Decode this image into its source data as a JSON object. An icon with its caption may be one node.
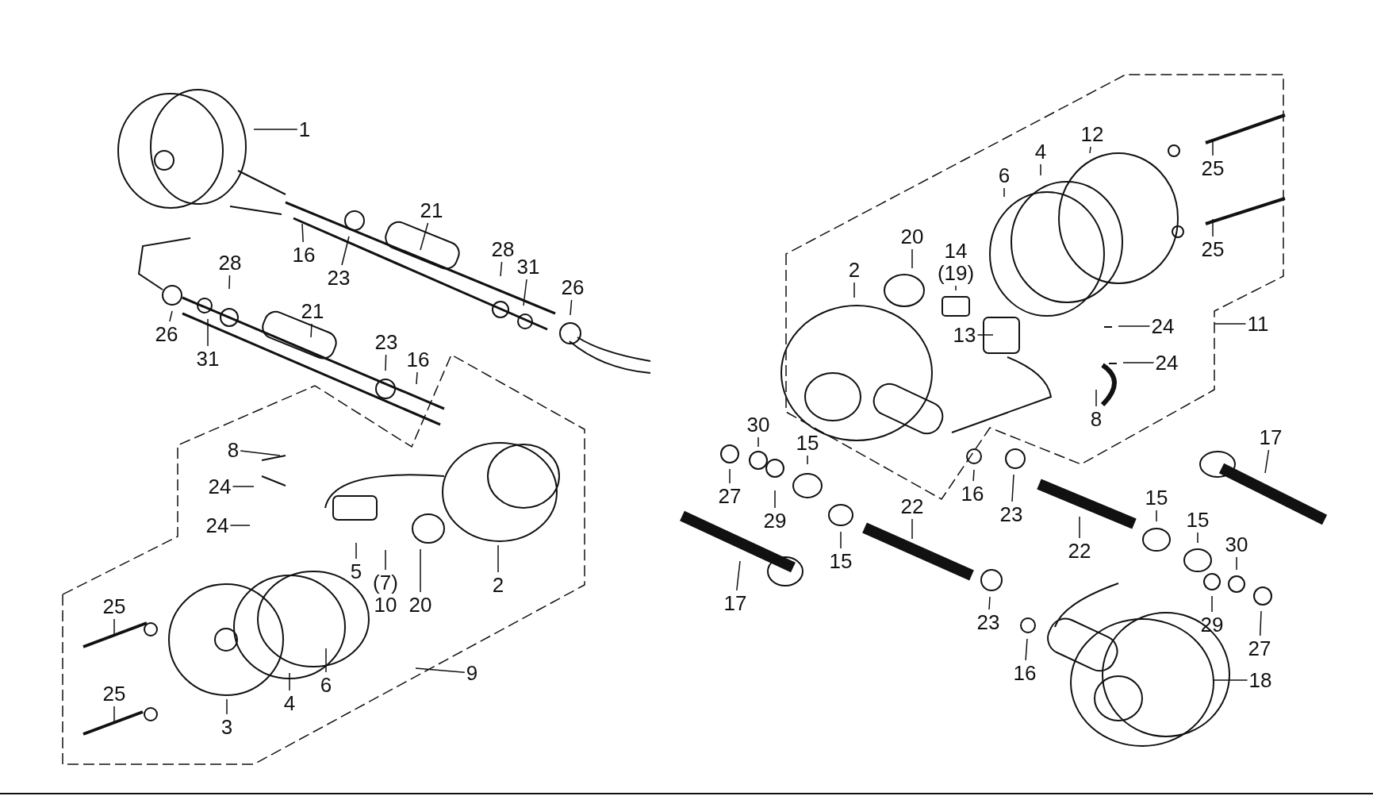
{
  "diagram": {
    "nodes": [
      {
        "text": [
          "1"
        ]
      },
      {
        "text": [
          "21"
        ]
      },
      {
        "text": [
          "16"
        ]
      },
      {
        "text": [
          "23"
        ]
      },
      {
        "text": [
          "28"
        ]
      },
      {
        "text": [
          "31"
        ]
      },
      {
        "text": [
          "26"
        ]
      },
      {
        "text": [
          "28"
        ]
      },
      {
        "text": [
          "26"
        ]
      },
      {
        "text": [
          "31"
        ]
      },
      {
        "text": [
          "21"
        ]
      },
      {
        "text": [
          "23"
        ]
      },
      {
        "text": [
          "16"
        ]
      },
      {
        "text": [
          "8"
        ]
      },
      {
        "text": [
          "24"
        ]
      },
      {
        "text": [
          "24"
        ]
      },
      {
        "text": [
          "5"
        ]
      },
      {
        "text": [
          "(7)",
          "10"
        ]
      },
      {
        "text": [
          "20"
        ]
      },
      {
        "text": [
          "2"
        ]
      },
      {
        "text": [
          "25"
        ]
      },
      {
        "text": [
          "25"
        ]
      },
      {
        "text": [
          "3"
        ]
      },
      {
        "text": [
          "4"
        ]
      },
      {
        "text": [
          "6"
        ]
      },
      {
        "text": [
          "9"
        ]
      },
      {
        "text": [
          "12"
        ]
      },
      {
        "text": [
          "4"
        ]
      },
      {
        "text": [
          "6"
        ]
      },
      {
        "text": [
          "25"
        ]
      },
      {
        "text": [
          "25"
        ]
      },
      {
        "text": [
          "20"
        ]
      },
      {
        "text": [
          "14",
          "(19)"
        ]
      },
      {
        "text": [
          "2"
        ]
      },
      {
        "text": [
          "13"
        ]
      },
      {
        "text": [
          "24"
        ]
      },
      {
        "text": [
          "24"
        ]
      },
      {
        "text": [
          "11"
        ]
      },
      {
        "text": [
          "8"
        ]
      },
      {
        "text": [
          "30"
        ]
      },
      {
        "text": [
          "15"
        ]
      },
      {
        "text": [
          "27"
        ]
      },
      {
        "text": [
          "29"
        ]
      },
      {
        "text": [
          "16"
        ]
      },
      {
        "text": [
          "23"
        ]
      },
      {
        "text": [
          "17"
        ]
      },
      {
        "text": [
          "15"
        ]
      },
      {
        "text": [
          "22"
        ]
      },
      {
        "text": [
          "15"
        ]
      },
      {
        "text": [
          "22"
        ]
      },
      {
        "text": [
          "15"
        ]
      },
      {
        "text": [
          "30"
        ]
      },
      {
        "text": [
          "17"
        ]
      },
      {
        "text": [
          "29"
        ]
      },
      {
        "text": [
          "27"
        ]
      },
      {
        "text": [
          "23"
        ]
      },
      {
        "text": [
          "16"
        ]
      },
      {
        "text": [
          "18"
        ]
      }
    ],
    "edges": [
      {
        "from": 0,
        "to": null,
        "arrow": "none"
      },
      {
        "from": 1,
        "to": null,
        "arrow": "none"
      },
      {
        "from": 2,
        "to": null,
        "arrow": "none"
      },
      {
        "from": 3,
        "to": null,
        "arrow": "none"
      },
      {
        "from": 4,
        "to": null,
        "arrow": "none"
      },
      {
        "from": 5,
        "to": null,
        "arrow": "none"
      },
      {
        "from": 6,
        "to": null,
        "arrow": "none"
      },
      {
        "from": 7,
        "to": null,
        "arrow": "none"
      },
      {
        "from": 8,
        "to": null,
        "arrow": "none"
      },
      {
        "from": 9,
        "to": null,
        "arrow": "none"
      },
      {
        "from": 10,
        "to": null,
        "arrow": "none"
      },
      {
        "from": 11,
        "to": null,
        "arrow": "none"
      },
      {
        "from": 12,
        "to": null,
        "arrow": "none"
      },
      {
        "from": 13,
        "to": null,
        "arrow": "none"
      },
      {
        "from": 14,
        "to": null,
        "arrow": "none"
      },
      {
        "from": 15,
        "to": null,
        "arrow": "none"
      },
      {
        "from": 16,
        "to": null,
        "arrow": "none"
      },
      {
        "from": 17,
        "to": null,
        "arrow": "none"
      },
      {
        "from": 18,
        "to": null,
        "arrow": "none"
      },
      {
        "from": 19,
        "to": null,
        "arrow": "none"
      },
      {
        "from": 20,
        "to": null,
        "arrow": "none"
      },
      {
        "from": 21,
        "to": null,
        "arrow": "none"
      },
      {
        "from": 22,
        "to": null,
        "arrow": "none"
      },
      {
        "from": 23,
        "to": null,
        "arrow": "none"
      },
      {
        "from": 24,
        "to": null,
        "arrow": "none"
      },
      {
        "from": 25,
        "to": null,
        "arrow": "none"
      },
      {
        "from": 26,
        "to": null,
        "arrow": "none"
      },
      {
        "from": 27,
        "to": null,
        "arrow": "none"
      },
      {
        "from": 28,
        "to": null,
        "arrow": "none"
      },
      {
        "from": 29,
        "to": null,
        "arrow": "none"
      },
      {
        "from": 30,
        "to": null,
        "arrow": "none"
      },
      {
        "from": 31,
        "to": null,
        "arrow": "none"
      },
      {
        "from": 32,
        "to": null,
        "arrow": "none"
      },
      {
        "from": 33,
        "to": null,
        "arrow": "none"
      },
      {
        "from": 34,
        "to": null,
        "arrow": "none"
      },
      {
        "from": 35,
        "to": null,
        "arrow": "none"
      },
      {
        "from": 36,
        "to": null,
        "arrow": "none"
      },
      {
        "from": 37,
        "to": null,
        "arrow": "none"
      },
      {
        "from": 38,
        "to": null,
        "arrow": "none"
      },
      {
        "from": 39,
        "to": null,
        "arrow": "none"
      },
      {
        "from": 40,
        "to": null,
        "arrow": "none"
      },
      {
        "from": 41,
        "to": null,
        "arrow": "none"
      },
      {
        "from": 42,
        "to": null,
        "arrow": "none"
      },
      {
        "from": 43,
        "to": null,
        "arrow": "none"
      },
      {
        "from": 44,
        "to": null,
        "arrow": "none"
      },
      {
        "from": 45,
        "to": null,
        "arrow": "none"
      },
      {
        "from": 46,
        "to": null,
        "arrow": "none"
      },
      {
        "from": 47,
        "to": null,
        "arrow": "none"
      },
      {
        "from": 48,
        "to": null,
        "arrow": "none"
      },
      {
        "from": 49,
        "to": null,
        "arrow": "none"
      },
      {
        "from": 50,
        "to": null,
        "arrow": "none"
      },
      {
        "from": 51,
        "to": null,
        "arrow": "none"
      },
      {
        "from": 52,
        "to": null,
        "arrow": "none"
      },
      {
        "from": 53,
        "to": null,
        "arrow": "none"
      },
      {
        "from": 54,
        "to": null,
        "arrow": "none"
      },
      {
        "from": 55,
        "to": null,
        "arrow": "none"
      },
      {
        "from": 56,
        "to": null,
        "arrow": "none"
      },
      {
        "from": 57,
        "to": null,
        "arrow": "none"
      }
    ]
  }
}
